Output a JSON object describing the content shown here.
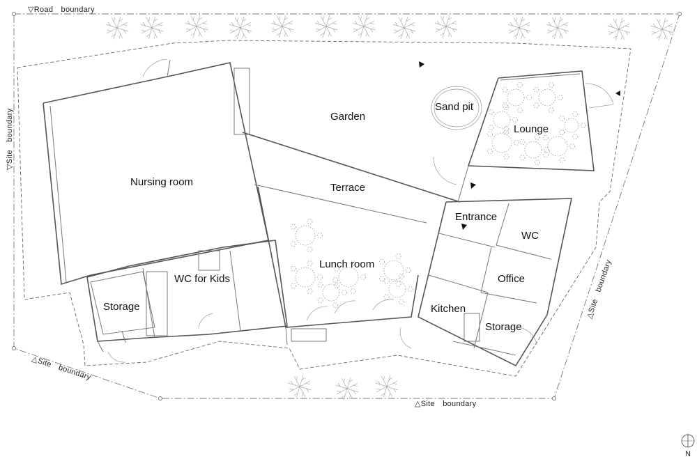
{
  "rooms": {
    "nursing_room": "Nursing room",
    "garden": "Garden",
    "sand_pit": "Sand pit",
    "lounge": "Lounge",
    "terrace": "Terrace",
    "entrance": "Entrance",
    "wc": "WC",
    "lunch_room": "Lunch room",
    "office": "Office",
    "wc_for_kids": "WC for Kids",
    "storage_left": "Storage",
    "kitchen": "Kitchen",
    "storage_right": "Storage"
  },
  "boundaries": {
    "road": "▽Road　boundary",
    "site_left": "▽Site　boundary",
    "site_bottom_left": "△Site　boundary",
    "site_bottom": "△Site　boundary",
    "site_right": "△Site　boundary"
  },
  "north_label": "N"
}
